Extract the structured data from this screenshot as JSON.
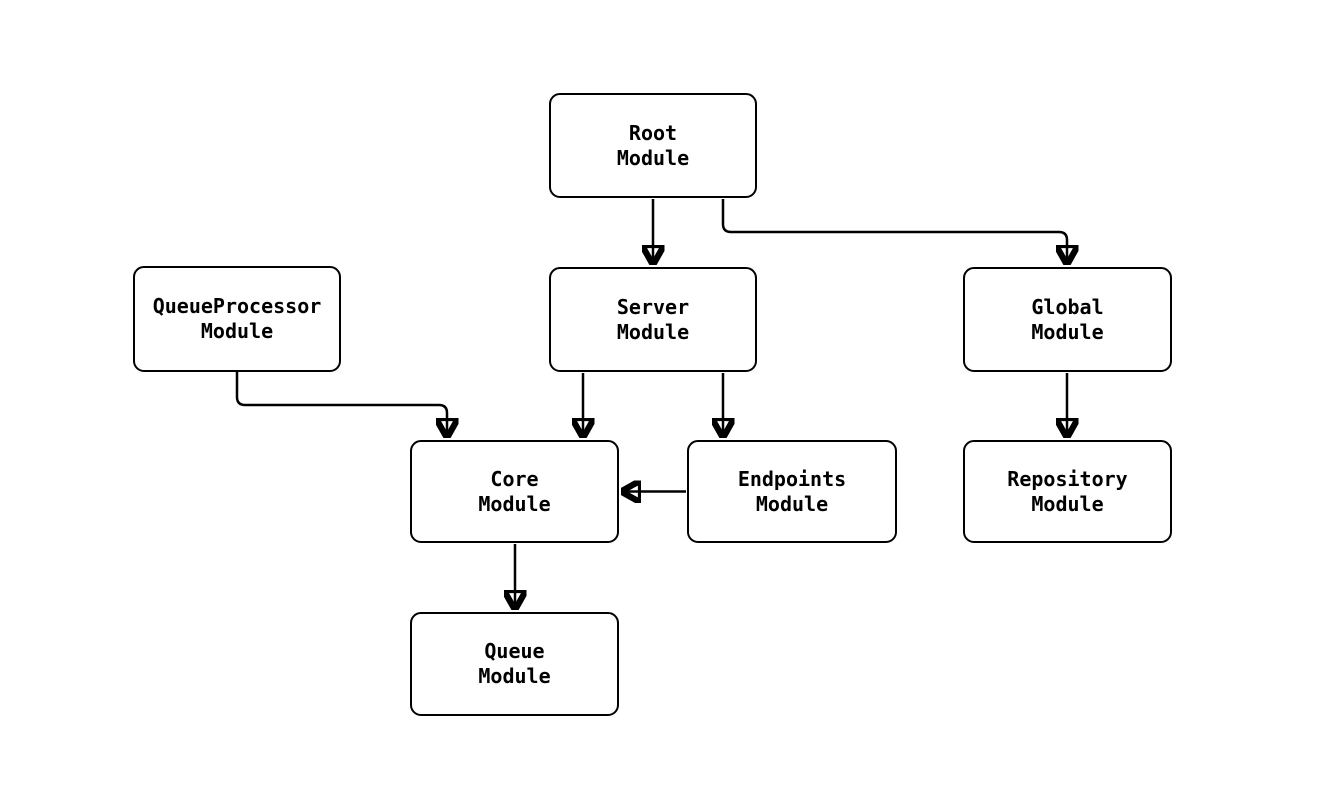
{
  "diagram": {
    "background_color": "#ffffff",
    "node_fill_color": "#ffffff",
    "stroke_color": "#000000",
    "text_color": "#000000",
    "nodes": [
      {
        "id": "root-module",
        "line1": "Root",
        "line2": "Module"
      },
      {
        "id": "queueprocessor-module",
        "line1": "QueueProcessor",
        "line2": "Module"
      },
      {
        "id": "server-module",
        "line1": "Server",
        "line2": "Module"
      },
      {
        "id": "global-module",
        "line1": "Global",
        "line2": "Module"
      },
      {
        "id": "core-module",
        "line1": "Core",
        "line2": "Module"
      },
      {
        "id": "endpoints-module",
        "line1": "Endpoints",
        "line2": "Module"
      },
      {
        "id": "repository-module",
        "line1": "Repository",
        "line2": "Module"
      },
      {
        "id": "queue-module",
        "line1": "Queue",
        "line2": "Module"
      }
    ],
    "edges": [
      {
        "from": "root-module",
        "to": "server-module"
      },
      {
        "from": "root-module",
        "to": "global-module"
      },
      {
        "from": "queueprocessor-module",
        "to": "core-module"
      },
      {
        "from": "server-module",
        "to": "core-module"
      },
      {
        "from": "server-module",
        "to": "endpoints-module"
      },
      {
        "from": "global-module",
        "to": "repository-module"
      },
      {
        "from": "endpoints-module",
        "to": "core-module"
      },
      {
        "from": "core-module",
        "to": "queue-module"
      }
    ]
  }
}
